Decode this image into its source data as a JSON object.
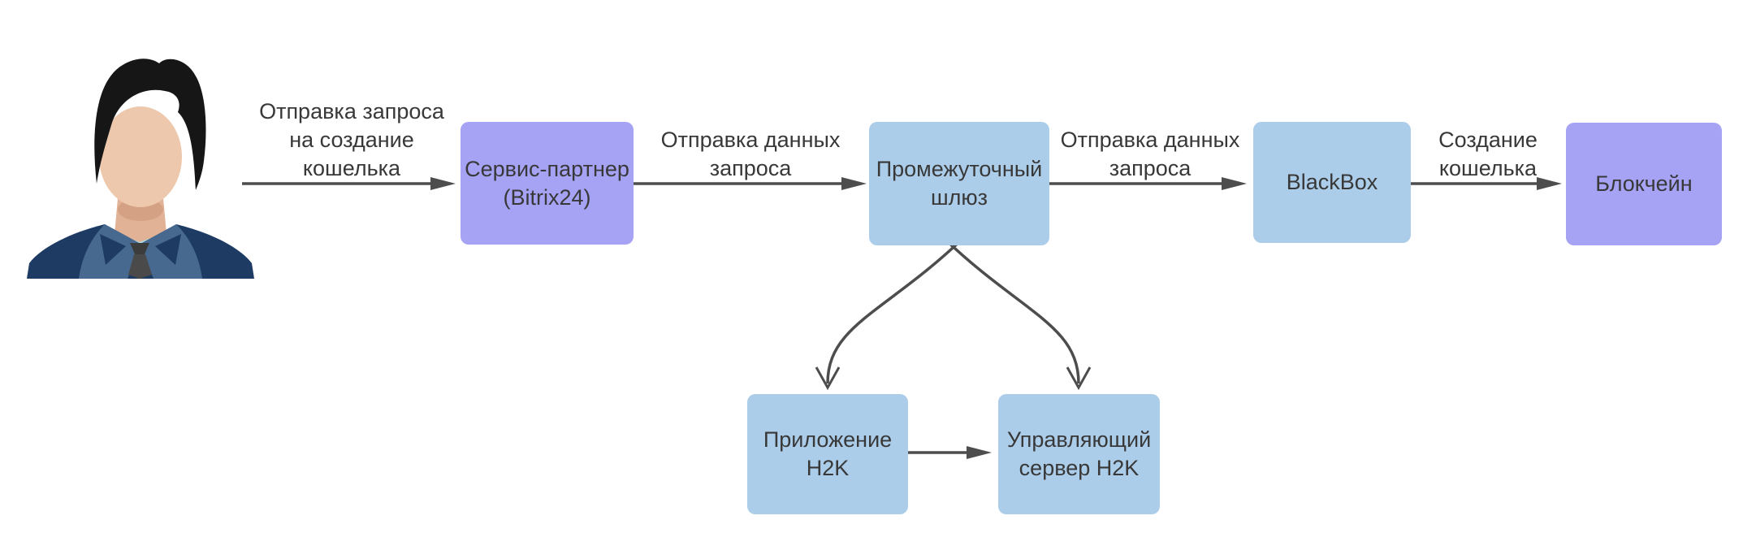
{
  "colors": {
    "background": "#ffffff",
    "node_purple": "#a6a3f5",
    "node_blue": "#abcde9",
    "connector": "#4d4d4d",
    "text": "#383838"
  },
  "nodes": [
    {
      "id": "service-partner",
      "line1": "Сервис-партнер",
      "line2": "(Bitrix24)"
    },
    {
      "id": "gateway",
      "line1": "Промежуточный",
      "line2": "шлюз"
    },
    {
      "id": "blackbox",
      "line1": "BlackBox"
    },
    {
      "id": "blockchain",
      "line1": "Блокчейн"
    },
    {
      "id": "h2k-app",
      "line1": "Приложение",
      "line2": "H2K"
    },
    {
      "id": "h2k-server",
      "line1": "Управляющий",
      "line2": "сервер H2K"
    }
  ],
  "edge_labels": [
    {
      "id": "user-to-service-partner",
      "line1": "Отправка запроса",
      "line2": "на создание",
      "line3": "кошелька"
    },
    {
      "id": "service-partner-to-gateway",
      "line1": "Отправка данных",
      "line2": "запроса"
    },
    {
      "id": "gateway-to-blackbox",
      "line1": "Отправка данных",
      "line2": "запроса"
    },
    {
      "id": "blackbox-to-blockchain",
      "line1": "Создание",
      "line2": "кошелька"
    }
  ]
}
